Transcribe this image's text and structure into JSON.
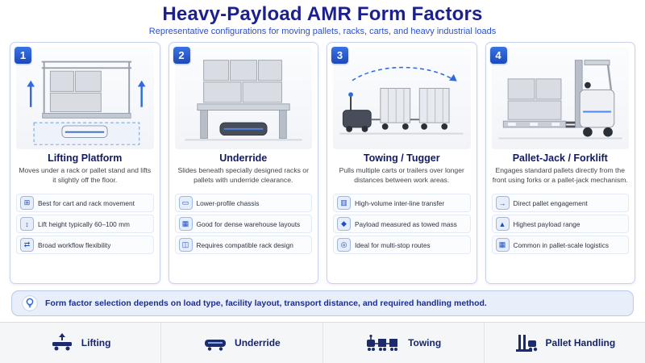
{
  "header": {
    "title": "Heavy-Payload AMR Form Factors",
    "subtitle": "Representative configurations for moving pallets, racks, carts, and heavy industrial loads"
  },
  "panels": [
    {
      "number": "1",
      "title": "Lifting Platform",
      "description": "Moves under a rack or pallet stand and lifts it slightly off the floor.",
      "features": [
        {
          "icon": "cart-rack-icon",
          "glyph": "⊞",
          "text": "Best for cart and rack movement"
        },
        {
          "icon": "lift-height-icon",
          "glyph": "↕",
          "text": "Lift height typically 60–100 mm"
        },
        {
          "icon": "workflow-icon",
          "glyph": "⇄",
          "text": "Broad workflow flexibility"
        }
      ]
    },
    {
      "number": "2",
      "title": "Underride",
      "description": "Slides beneath specially designed racks or pallets with underride clearance.",
      "features": [
        {
          "icon": "low-chassis-icon",
          "glyph": "▭",
          "text": "Lower-profile chassis"
        },
        {
          "icon": "grid-layout-icon",
          "glyph": "▦",
          "text": "Good for dense warehouse layouts"
        },
        {
          "icon": "rack-design-icon",
          "glyph": "◫",
          "text": "Requires compatible rack design"
        }
      ]
    },
    {
      "number": "3",
      "title": "Towing / Tugger",
      "description": "Pulls multiple carts or trailers over longer distances between work areas.",
      "features": [
        {
          "icon": "volume-chart-icon",
          "glyph": "▥",
          "text": "High-volume inter-line transfer"
        },
        {
          "icon": "towed-mass-icon",
          "glyph": "◆",
          "text": "Payload measured as towed mass"
        },
        {
          "icon": "multi-stop-route-icon",
          "glyph": "◎",
          "text": "Ideal for multi-stop routes"
        }
      ]
    },
    {
      "number": "4",
      "title": "Pallet-Jack / Forklift",
      "description": "Engages standard pallets directly from the front using forks or a pallet-jack mechanism.",
      "features": [
        {
          "icon": "pallet-engage-icon",
          "glyph": "→",
          "text": "Direct pallet engagement"
        },
        {
          "icon": "payload-range-icon",
          "glyph": "▲",
          "text": "Highest payload range"
        },
        {
          "icon": "logistics-boxes-icon",
          "glyph": "▦",
          "text": "Common in pallet-scale logistics"
        }
      ]
    }
  ],
  "callout": {
    "text": "Form factor selection depends on load type, facility layout, transport distance, and required handling method."
  },
  "legend": [
    {
      "icon": "lifting-icon",
      "label": "Lifting"
    },
    {
      "icon": "underride-icon",
      "label": "Underride"
    },
    {
      "icon": "towing-icon",
      "label": "Towing"
    },
    {
      "icon": "pallet-handling-icon",
      "label": "Pallet Handling"
    }
  ]
}
